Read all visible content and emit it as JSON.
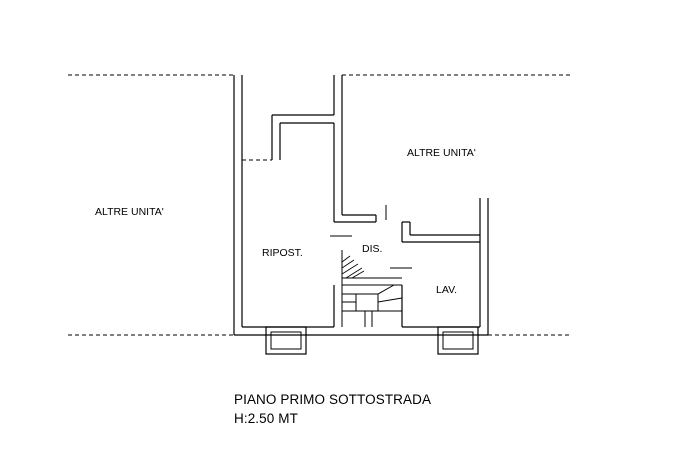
{
  "rooms": {
    "left_units": "ALTRE UNITA'",
    "right_units": "ALTRE UNITA'",
    "storage": "RIPOST.",
    "hallway": "DIS.",
    "laundry": "LAV."
  },
  "caption": {
    "title": "PIANO PRIMO SOTTOSTRADA",
    "height": "H:2.50 MT"
  }
}
